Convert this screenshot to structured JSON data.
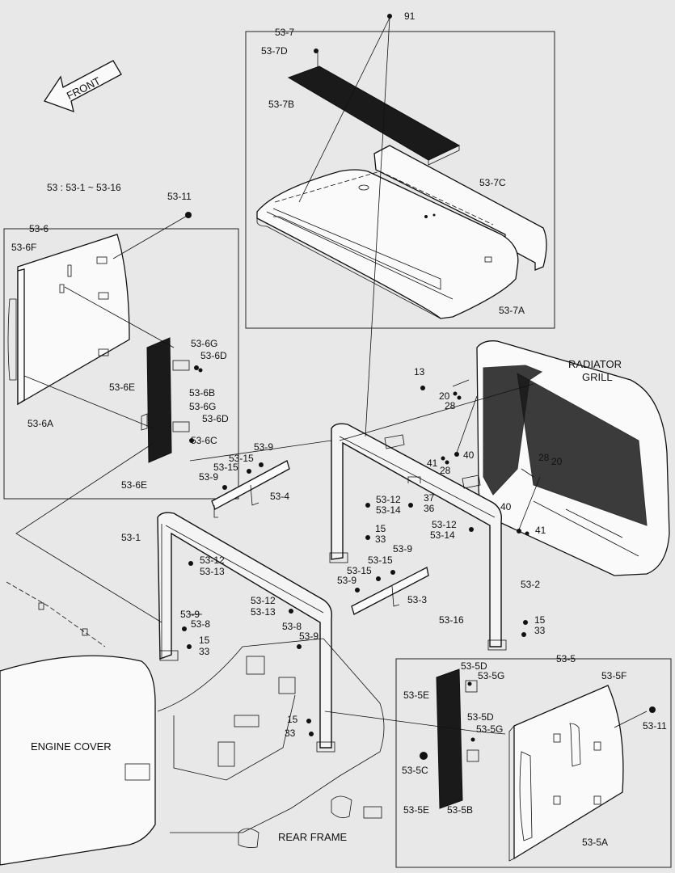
{
  "diagram": {
    "front_arrow": "FRONT",
    "range_note": "53 : 53-1 ~ 53-16",
    "regions": {
      "radiator_grill_line1": "RADIATOR",
      "radiator_grill_line2": "GRILL",
      "engine_cover": "ENGINE COVER",
      "rear_frame": "REAR FRAME"
    },
    "callouts": {
      "c91": "91",
      "c53_7": "53-7",
      "c53_7D": "53-7D",
      "c53_7B": "53-7B",
      "c53_7C": "53-7C",
      "c53_7A": "53-7A",
      "c53_11_top": "53-11",
      "c53_6": "53-6",
      "c53_6F": "53-6F",
      "c53_6G_1": "53-6G",
      "c53_6D_1": "53-6D",
      "c53_6E_1": "53-6E",
      "c53_6B": "53-6B",
      "c53_6G_2": "53-6G",
      "c53_6D_2": "53-6D",
      "c53_6C": "53-6C",
      "c53_6A": "53-6A",
      "c53_6E_2": "53-6E",
      "c13": "13",
      "c20_1": "20",
      "c28_1": "28",
      "c41_1": "41",
      "c28_2": "28",
      "c40_1": "40",
      "c28_3": "28",
      "c20_2": "20",
      "c40_2": "40",
      "c41_2": "41",
      "c53_9_a": "53-9",
      "c53_15_a": "53-15",
      "c53_15_b": "53-15",
      "c53_9_b": "53-9",
      "c53_4": "53-4",
      "c53_12_a": "53-12",
      "c53_14_a": "53-14",
      "c37": "37",
      "c36": "36",
      "c53_12_b": "53-12",
      "c53_14_b": "53-14",
      "c53_1": "53-1",
      "c15_a": "15",
      "c33_a": "33",
      "c53_12_c": "53-12",
      "c53_13_a": "53-13",
      "c53_9_c": "53-9",
      "c53_15_c": "53-15",
      "c53_15_d": "53-15",
      "c53_9_d": "53-9",
      "c53_3": "53-3",
      "c53_2": "53-2",
      "c53_12_d": "53-12",
      "c53_13_b": "53-13",
      "c53_16": "53-16",
      "c15_b": "15",
      "c33_b": "33",
      "c53_9_e": "53-9",
      "c53_8_a": "53-8",
      "c15_c": "15",
      "c33_c": "33",
      "c53_8_b": "53-8",
      "c53_9_f": "53-9",
      "c53_5": "53-5",
      "c53_5D_1": "53-5D",
      "c53_5G_1": "53-5G",
      "c53_5F": "53-5F",
      "c53_5E_1": "53-5E",
      "c15_d": "15",
      "c33_d": "33",
      "c53_5D_2": "53-5D",
      "c53_5G_2": "53-5G",
      "c53_5C": "53-5C",
      "c53_11_bottom": "53-11",
      "c53_5E_2": "53-5E",
      "c53_5B": "53-5B",
      "c53_5A": "53-5A"
    }
  }
}
